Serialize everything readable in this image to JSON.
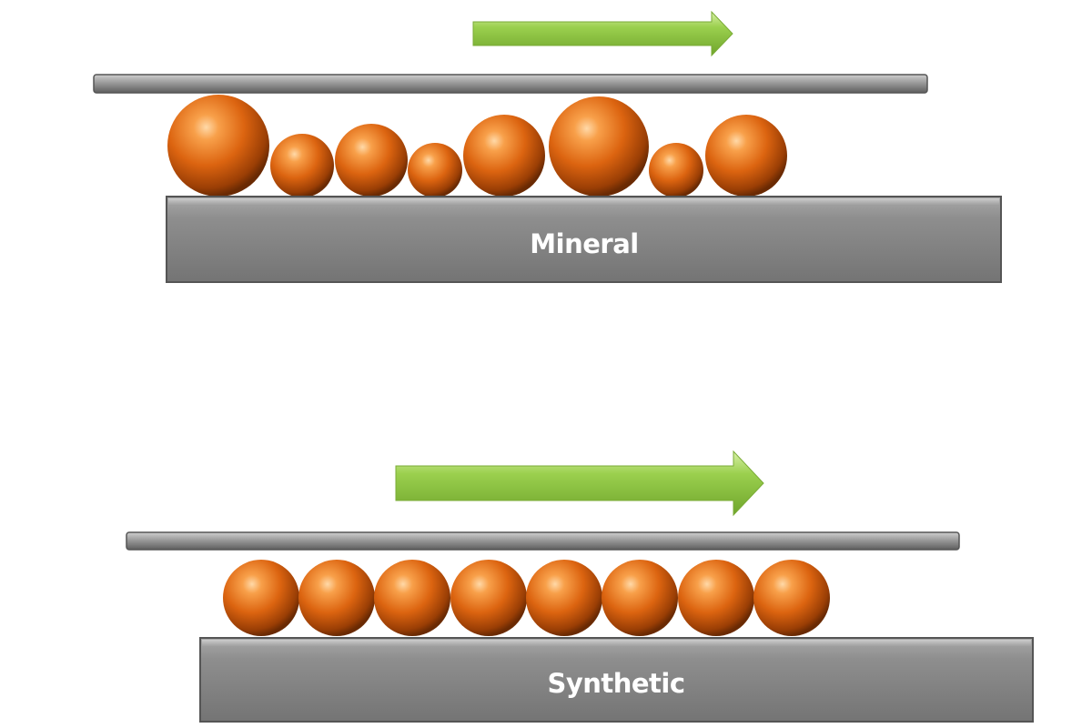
{
  "diagram": {
    "panels": [
      {
        "id": "mineral",
        "label": "Mineral",
        "particle_sizes": "irregular",
        "particle_count": 8
      },
      {
        "id": "synthetic",
        "label": "Synthetic",
        "particle_sizes": "uniform",
        "particle_count": 8
      }
    ],
    "colors": {
      "arrow": "#8cc63f",
      "plate": "#8c8c8c",
      "block": "#8a8a8a",
      "particle": "#e06a10",
      "label": "#ffffff"
    }
  }
}
